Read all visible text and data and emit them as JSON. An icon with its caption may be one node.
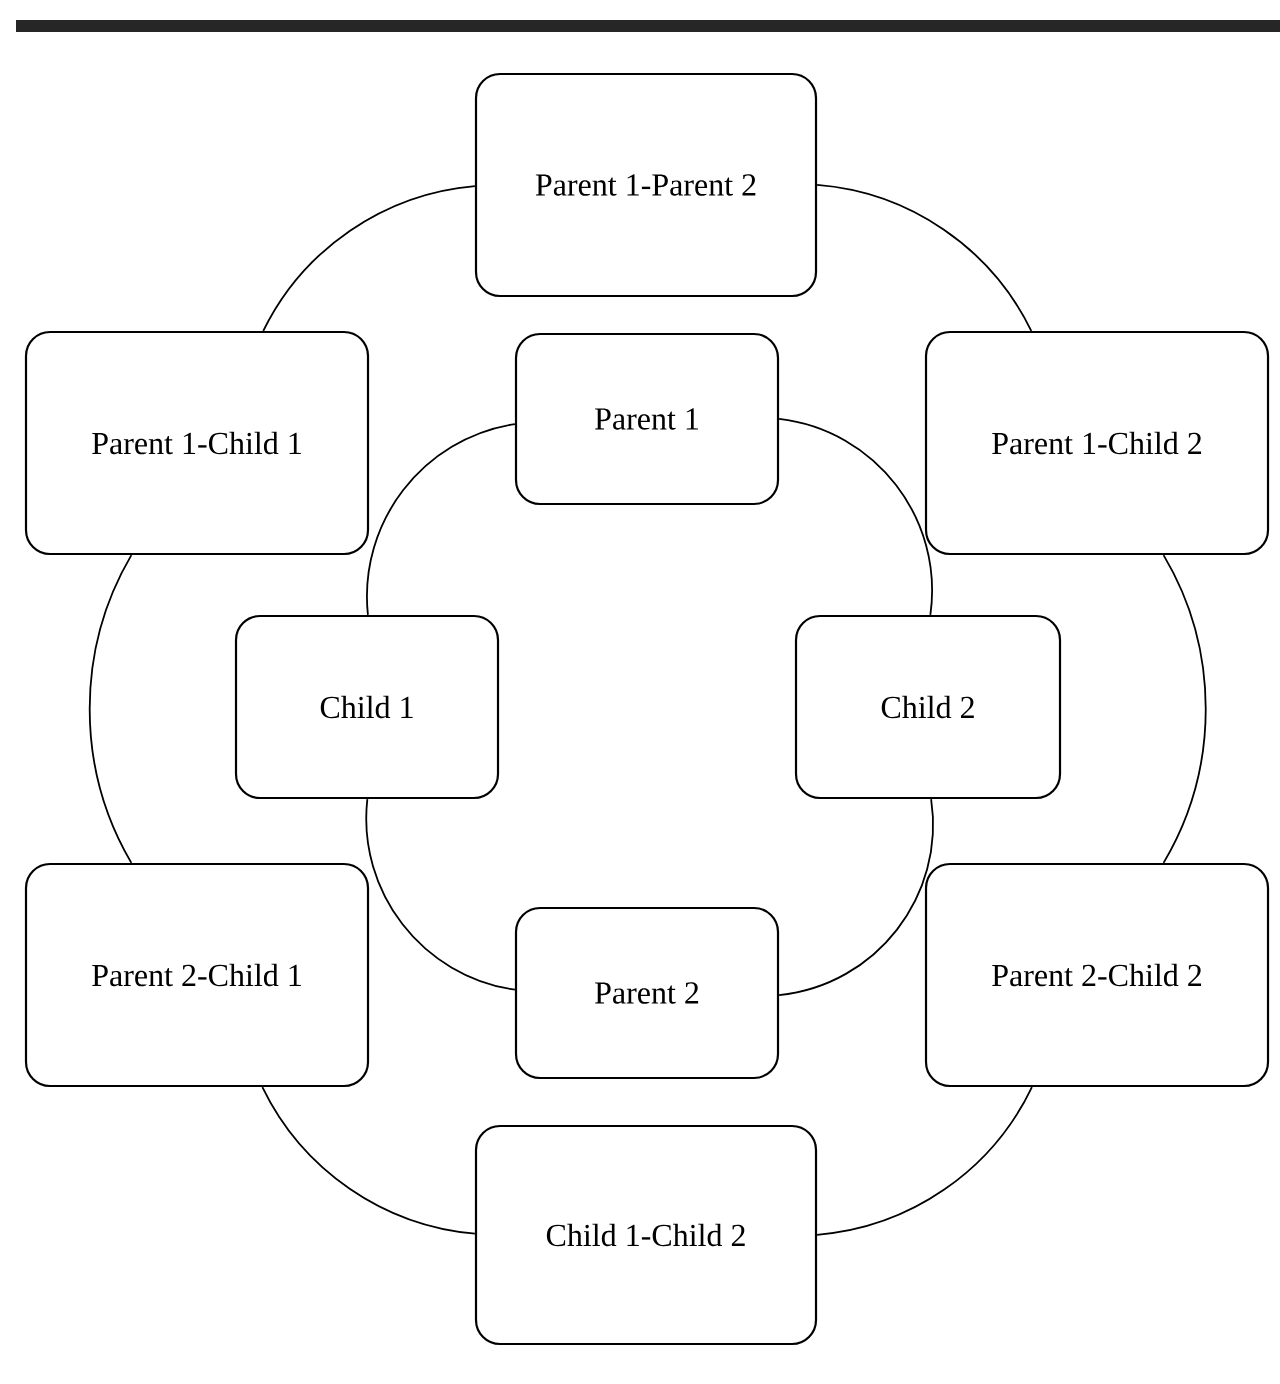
{
  "diagram": {
    "nodes": [
      {
        "text": [
          "Parent 1-Parent 2"
        ]
      },
      {
        "text": [
          "Parent 1-Child 1"
        ]
      },
      {
        "text": [
          "Parent 1"
        ]
      },
      {
        "text": [
          "Parent 1-Child 2"
        ]
      },
      {
        "text": [
          "Child 1"
        ]
      },
      {
        "text": [
          "Child 2"
        ]
      },
      {
        "text": [
          "Parent 2-Child 1"
        ]
      },
      {
        "text": [
          "Parent 2"
        ]
      },
      {
        "text": [
          "Parent 2-Child 2"
        ]
      },
      {
        "text": [
          "Child 1-Child 2"
        ]
      }
    ],
    "edges": [
      {
        "from": 0,
        "to": 3,
        "arrow": "none"
      },
      {
        "from": 3,
        "to": 8,
        "arrow": "none"
      },
      {
        "from": 8,
        "to": 9,
        "arrow": "none"
      },
      {
        "from": 9,
        "to": 6,
        "arrow": "none"
      },
      {
        "from": 6,
        "to": 1,
        "arrow": "none"
      },
      {
        "from": 1,
        "to": 0,
        "arrow": "none"
      },
      {
        "from": 2,
        "to": 5,
        "arrow": "none"
      },
      {
        "from": 5,
        "to": 7,
        "arrow": "none"
      },
      {
        "from": 7,
        "to": 4,
        "arrow": "none"
      },
      {
        "from": 4,
        "to": 2,
        "arrow": "none"
      }
    ]
  }
}
